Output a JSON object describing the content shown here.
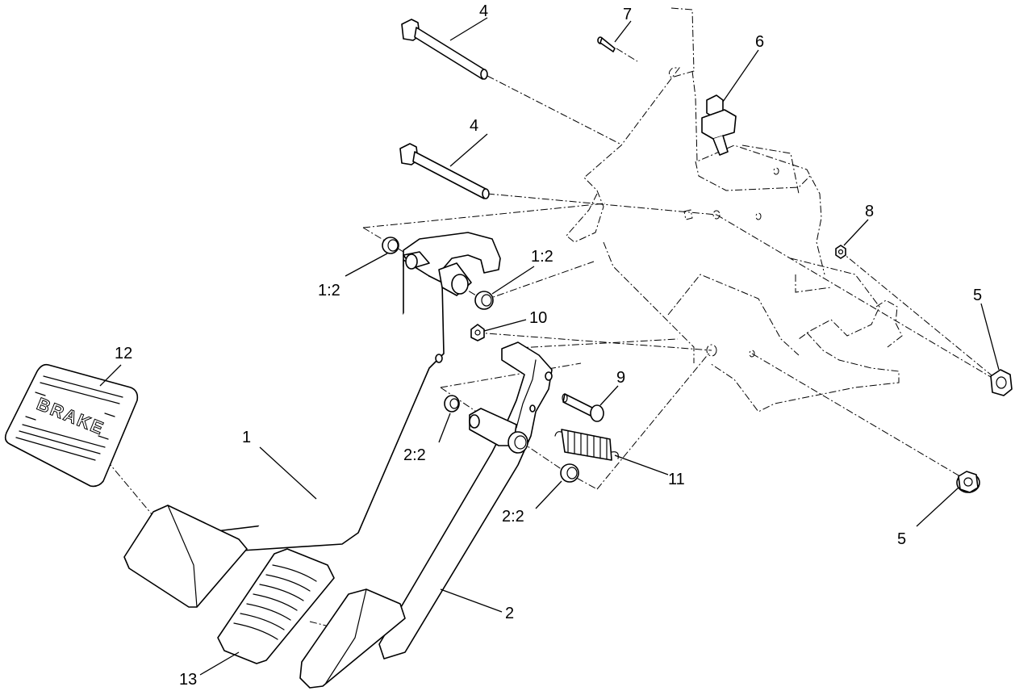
{
  "pad_text": "BRAKE",
  "callouts": [
    {
      "id": "c1",
      "label": "1"
    },
    {
      "id": "c1a",
      "label": "1:2"
    },
    {
      "id": "c1b",
      "label": "1:2"
    },
    {
      "id": "c2",
      "label": "2"
    },
    {
      "id": "c2a",
      "label": "2:2"
    },
    {
      "id": "c2b",
      "label": "2:2"
    },
    {
      "id": "c4a",
      "label": "4"
    },
    {
      "id": "c4b",
      "label": "4"
    },
    {
      "id": "c5a",
      "label": "5"
    },
    {
      "id": "c5b",
      "label": "5"
    },
    {
      "id": "c6",
      "label": "6"
    },
    {
      "id": "c7",
      "label": "7"
    },
    {
      "id": "c8",
      "label": "8"
    },
    {
      "id": "c9",
      "label": "9"
    },
    {
      "id": "c10",
      "label": "10"
    },
    {
      "id": "c11",
      "label": "11"
    },
    {
      "id": "c12",
      "label": "12"
    },
    {
      "id": "c13",
      "label": "13"
    }
  ]
}
